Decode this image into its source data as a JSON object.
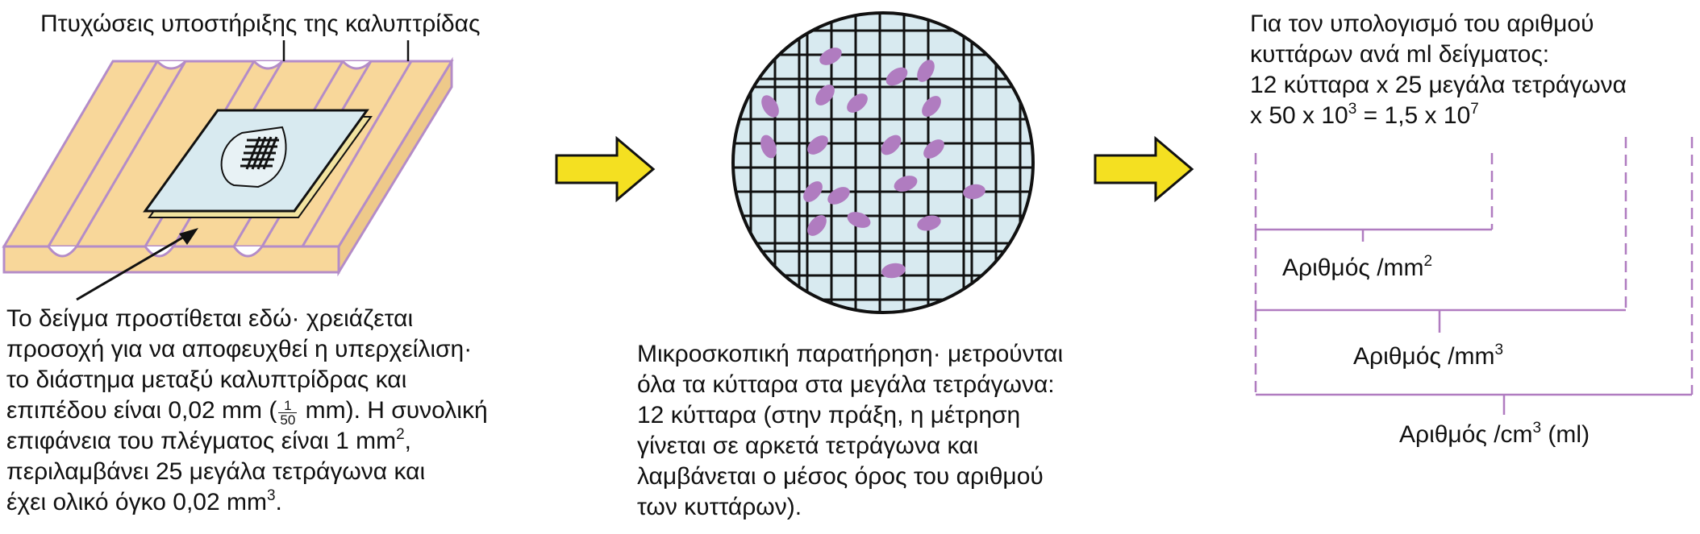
{
  "chamber": {
    "title": "Πτυχώσεις υποστήριξης της καλυπτρίδας",
    "note": {
      "l1": "Το δείγμα προστίθεται εδώ· χρειάζεται",
      "l2": "προσοχή για να αποφευχθεί η υπερχείλιση·",
      "l3": "το διάστημα μεταξύ καλυπτρίδρας και",
      "l4_a": "επιπέδου είναι 0,02 mm (",
      "frac_num": "1",
      "frac_den": "50",
      "l4_b": " mm). Η συνολική",
      "l5_a": "επιφάνεια του πλέγματος είναι 1 mm",
      "l5_sup": "2",
      "l5_b": ",",
      "l6": "περιλαμβάνει 25 μεγάλα τετράγωνα και",
      "l7_a": "έχει ολικό όγκο 0,02 mm",
      "l7_sup": "3",
      "l7_b": "."
    }
  },
  "microscope": {
    "l1": "Μικροσκοπική παρατήρηση· μετρούνται",
    "l2": "όλα τα κύτταρα στα μεγάλα τετράγωνα:",
    "l3": "12 κύτταρα (στην πράξη, η μέτρηση",
    "l4": "γίνεται σε αρκετά τετράγωνα και",
    "l5": "λαμβάνεται ο μέσος όρος του αριθμού",
    "l6": "των κυττάρων)."
  },
  "calculation": {
    "l1": "Για τον υπολογισμό του αριθμού",
    "l2": "κυττάρων ανά ml δείγματος:",
    "l3": "12 κύτταρα x 25 μεγάλα τετράγωνα",
    "l4_a": "x 50 x 10",
    "l4_sup1": "3",
    "l4_b": " = 1,5 x 10",
    "l4_sup2": "7",
    "per_mm2_a": "Αριθμός /mm",
    "per_mm2_sup": "2",
    "per_mm3_a": "Αριθμός /mm",
    "per_mm3_sup": "3",
    "per_cm3_a": "Αριθμός /cm",
    "per_cm3_sup": "3",
    "per_cm3_b": " (ml)"
  },
  "colors": {
    "chamber_fill": "#f8d79a",
    "chamber_edge": "#b48cc8",
    "coverslip": "#d8eaf0",
    "cell": "#b07cc0",
    "arrow": "#f4e021",
    "bracket": "#b07cc0"
  }
}
